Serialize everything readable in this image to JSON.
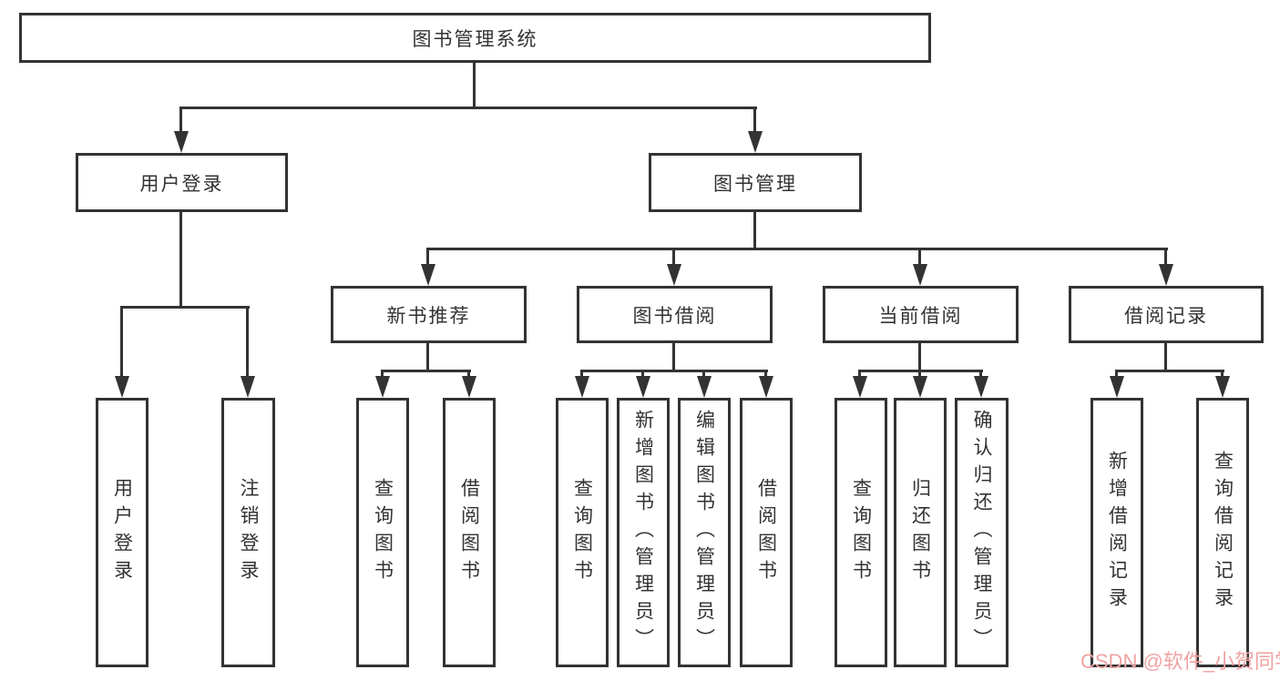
{
  "tree": {
    "root": {
      "label": "图书管理系统"
    },
    "branches": [
      {
        "label": "用户登录",
        "children": [
          {
            "label": "用户登录"
          },
          {
            "label": "注销登录"
          }
        ]
      },
      {
        "label": "图书管理",
        "sections": [
          {
            "label": "新书推荐",
            "children": [
              {
                "label": "查询图书"
              },
              {
                "label": "借阅图书"
              }
            ]
          },
          {
            "label": "图书借阅",
            "children": [
              {
                "label": "查询图书"
              },
              {
                "label": "新增图书（管理员）"
              },
              {
                "label": "编辑图书（管理员）"
              },
              {
                "label": "借阅图书"
              }
            ]
          },
          {
            "label": "当前借阅",
            "children": [
              {
                "label": "查询图书"
              },
              {
                "label": "归还图书"
              },
              {
                "label": "确认归还（管理员）"
              }
            ]
          },
          {
            "label": "借阅记录",
            "children": [
              {
                "label": "新增借阅记录"
              },
              {
                "label": "查询借阅记录"
              }
            ]
          }
        ]
      }
    ]
  },
  "watermark": {
    "text": "CSDN @软件_小贺同学",
    "color": "#f0a2a2"
  },
  "colors": {
    "line": "#333333",
    "text": "#333333",
    "background": "#ffffff"
  }
}
